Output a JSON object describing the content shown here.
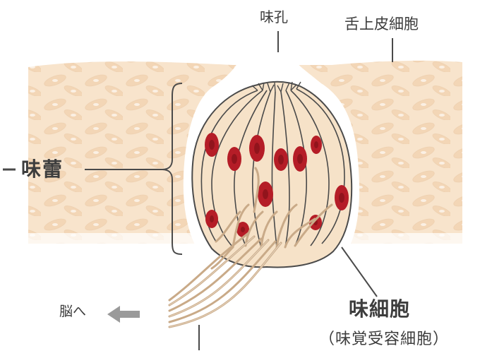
{
  "labels": {
    "taste_pore": "味孔",
    "tongue_epithelium": "舌上皮細胞",
    "taste_bud": "味蕾",
    "to_brain": "脳へ",
    "taste_cell": "味細胞",
    "taste_receptor_cell": "（味覚受容細胞）"
  },
  "colors": {
    "epithelium": "#f8e4cc",
    "cell_fill": "#f6e2c8",
    "nucleus": "#b51d27",
    "nerve": "#c9aa88",
    "outline": "#4a4a4a",
    "arrow": "#9a9a9a"
  }
}
